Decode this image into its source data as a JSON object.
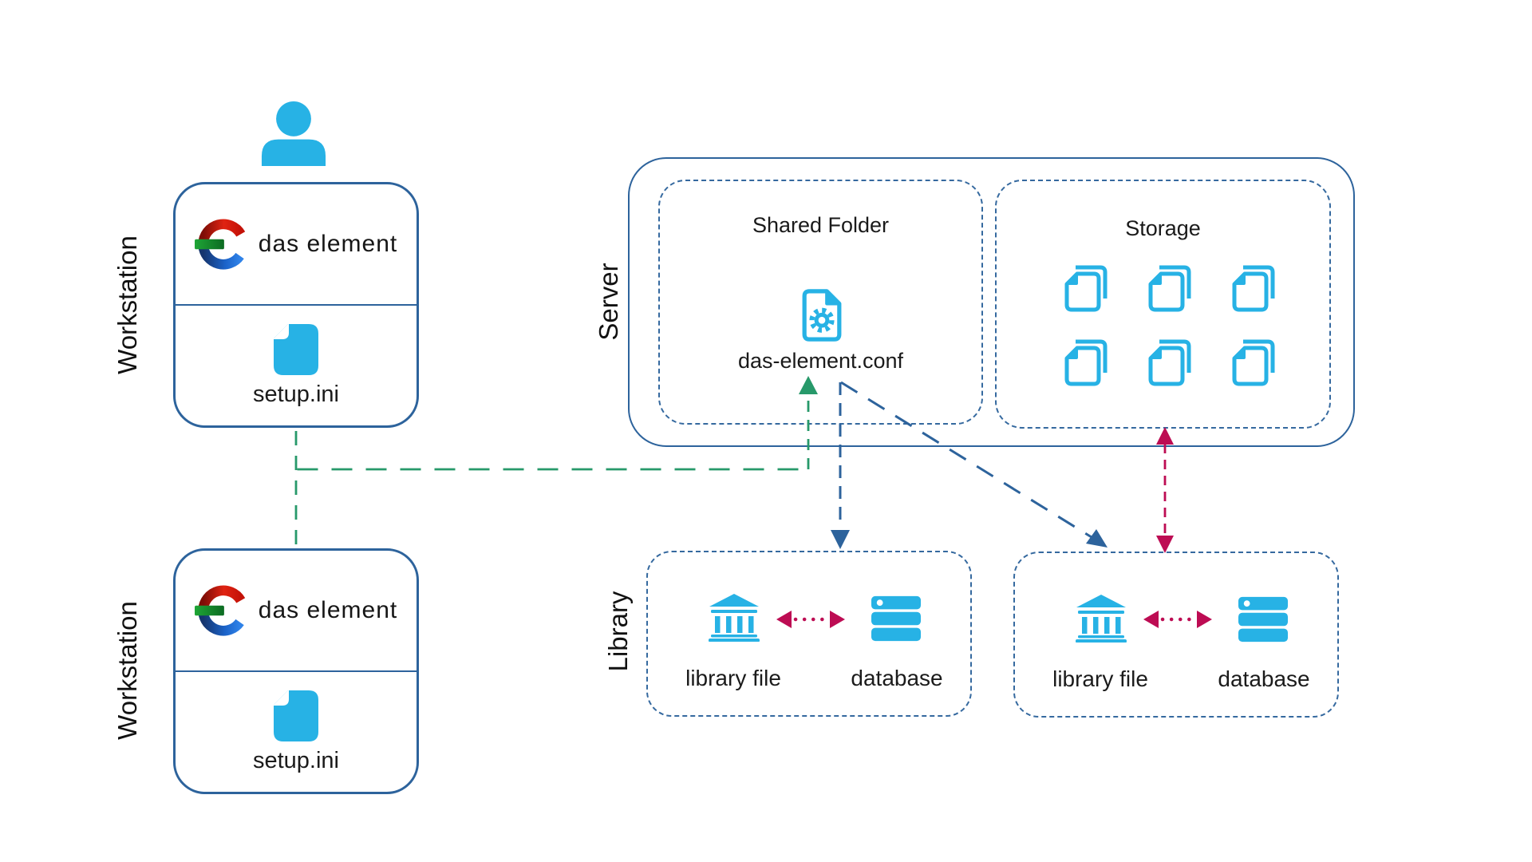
{
  "workstations": [
    {
      "label": "Workstation",
      "brand": "das element",
      "file": "setup.ini"
    },
    {
      "label": "Workstation",
      "brand": "das element",
      "file": "setup.ini"
    }
  ],
  "server": {
    "label": "Server",
    "shared_folder": {
      "title": "Shared Folder",
      "file": "das-element.conf"
    },
    "storage": {
      "title": "Storage",
      "file_icon_count": 6
    }
  },
  "library": {
    "label": "Library",
    "boxes": [
      {
        "file": "library file",
        "db": "database"
      },
      {
        "file": "library file",
        "db": "database"
      }
    ]
  },
  "icons": {
    "person": "user-icon",
    "logo": "das-element-logo-icon",
    "setup_file": "document-icon",
    "config_file": "config-file-gear-icon",
    "storage_file": "files-copy-icon",
    "library_file": "bank-icon",
    "database": "database-stack-icon"
  },
  "colors": {
    "cyan": "#27b2e5",
    "box_blue": "#2d639c",
    "dashed_blue": "#35699f",
    "green": "#27996a",
    "crimson": "#bd0c53",
    "text": "#1b1b1b"
  }
}
